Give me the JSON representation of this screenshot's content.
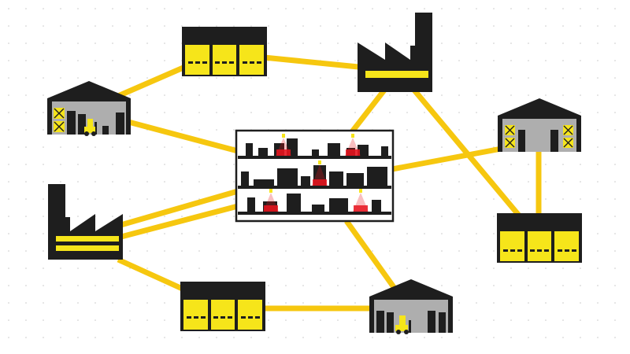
{
  "diagram": {
    "colors": {
      "link": "#F6C70F",
      "building": "#1E1E1E",
      "door": "#F6E51A",
      "interior": "#AEAEAE",
      "light": "#E8141E",
      "background": "#FFFFFF",
      "dot": "#C8C8C8"
    },
    "nodes": [
      {
        "id": "depot-top",
        "kind": "depot",
        "icon": "depot-icon"
      },
      {
        "id": "factory-top",
        "kind": "factory",
        "icon": "factory-icon"
      },
      {
        "id": "warehouse-left",
        "kind": "warehouse",
        "icon": "warehouse-forklift-icon"
      },
      {
        "id": "distribution-center",
        "kind": "hub",
        "icon": "shelving-hub-icon"
      },
      {
        "id": "warehouse-right",
        "kind": "warehouse",
        "icon": "warehouse-crates-icon"
      },
      {
        "id": "factory-left",
        "kind": "factory",
        "icon": "factory-icon"
      },
      {
        "id": "depot-right",
        "kind": "depot",
        "icon": "depot-icon"
      },
      {
        "id": "depot-bottom",
        "kind": "depot",
        "icon": "depot-icon"
      },
      {
        "id": "warehouse-bottom",
        "kind": "warehouse",
        "icon": "warehouse-forklift-icon"
      }
    ],
    "links": [
      [
        "depot-top",
        "factory-top"
      ],
      [
        "depot-top",
        "warehouse-left"
      ],
      [
        "warehouse-left",
        "distribution-center"
      ],
      [
        "factory-top",
        "distribution-center"
      ],
      [
        "factory-top",
        "depot-right"
      ],
      [
        "distribution-center",
        "warehouse-right"
      ],
      [
        "warehouse-right",
        "depot-right"
      ],
      [
        "factory-left",
        "distribution-center"
      ],
      [
        "factory-left",
        "distribution-center"
      ],
      [
        "factory-left",
        "depot-bottom"
      ],
      [
        "depot-bottom",
        "warehouse-bottom"
      ],
      [
        "warehouse-bottom",
        "distribution-center"
      ]
    ]
  }
}
